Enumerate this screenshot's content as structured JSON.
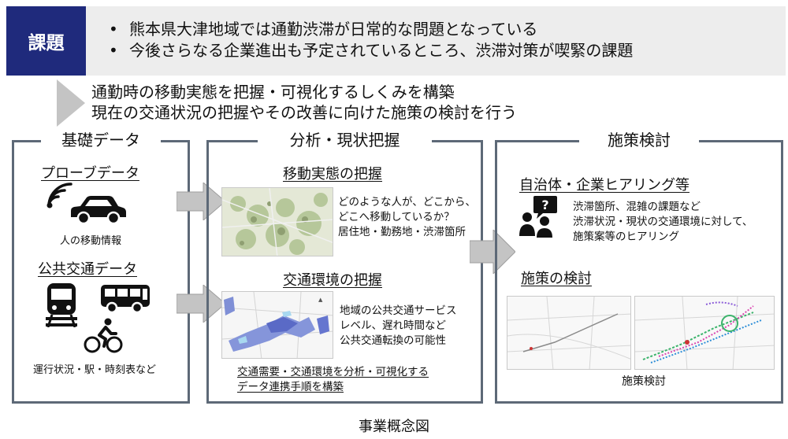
{
  "issue": {
    "tag": "課題",
    "bullets": [
      "熊本県大津地域では通勤渋滞が日常的な問題となっている",
      "今後さらなる企業進出も予定されているところ、渋滞対策が喫緊の課題"
    ]
  },
  "approach": {
    "lines": [
      "通勤時の移動実態を把握・可視化するしくみを構築",
      "現在の交通状況の把握やその改善に向けた施策の検討を行う"
    ]
  },
  "panel_base": {
    "title": "基礎データ",
    "probe_heading": "プローブデータ",
    "probe_caption": "人の移動情報",
    "transit_heading": "公共交通データ",
    "transit_caption": "運行状況・駅・時刻表など"
  },
  "panel_analysis": {
    "title": "分析・現状把握",
    "movement_heading": "移動実態の把握",
    "movement_desc": [
      "どのような人が、どこから、",
      "どこへ移動しているか？",
      "居住地・勤務地・渋滞箇所"
    ],
    "traffic_heading": "交通環境の把握",
    "traffic_desc": [
      "地域の公共交通サービス",
      "レベル、遅れ時間など",
      "公共交通転換の可能性"
    ],
    "link_note": [
      "交通需要・交通環境を分析・可視化する",
      "データ連携手順を構築"
    ]
  },
  "panel_policy": {
    "title": "施策検討",
    "hearing_heading": "自治体・企業ヒアリング等",
    "hearing_desc": [
      "渋滞箇所、混雑の課題など",
      "渋滞状況・現状の交通環境に対して、",
      "施策案等のヒアリング"
    ],
    "study_heading": "施策の検討",
    "study_caption": "施策検討"
  },
  "footer": {
    "caption": "事業概念図"
  },
  "colors": {
    "issue_tag_bg": "#1f2a7c",
    "issue_band_bg": "#ededed",
    "panel_border": "#5d6977",
    "arrow_gray": "#c4c4c4",
    "icon_black": "#111111"
  },
  "icons": [
    "wireless-signal-icon",
    "car-icon",
    "train-icon",
    "bus-icon",
    "cyclist-icon",
    "question-speech-icon",
    "people-icon"
  ]
}
